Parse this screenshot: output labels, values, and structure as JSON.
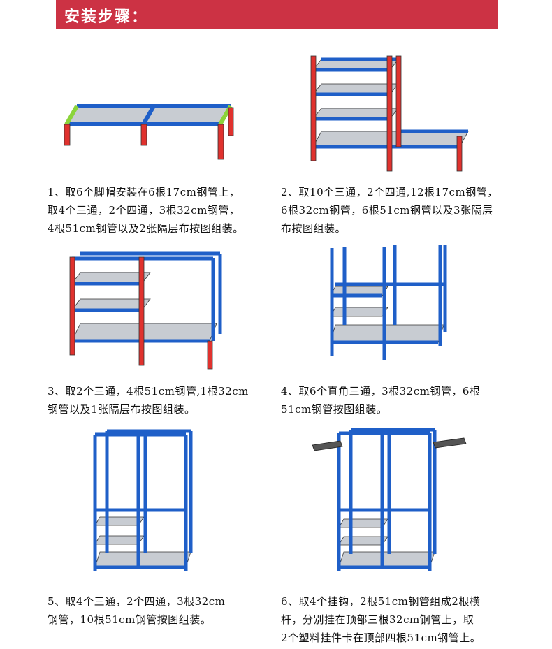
{
  "header": {
    "title": "安装步骤："
  },
  "colors": {
    "header_bg": "#cc3244",
    "pipe_blue": "#1f5fc8",
    "pipe_red": "#e0322e",
    "connector_green": "#8bd43a",
    "shelf_gray": "#c8ccd2"
  },
  "steps": [
    {
      "lines": [
        "1、取6个脚帽安装在6根17cm钢管上，",
        "取4个三通，2个四通，3根32cm钢管，",
        "4根51cm钢管以及2张隔层布按图组装。"
      ]
    },
    {
      "lines": [
        "2、取10个三通，2个四通,12根17cm钢管，",
        "6根32cm钢管，6根51cm钢管以及3张隔层",
        "布按图组装。"
      ]
    },
    {
      "lines": [
        "3、取2个三通，4根51cm钢管,1根32cm",
        "钢管以及1张隔层布按图组装。"
      ]
    },
    {
      "lines": [
        "4、取6个直角三通，3根32cm钢管，6根",
        "51cm钢管按图组装。"
      ]
    },
    {
      "lines": [
        "5、取4个三通，2个四通，3根32cm",
        "钢管，10根51cm钢管按图组装。"
      ]
    },
    {
      "lines": [
        "6、取4个挂钩，2根51cm钢管组成2根横",
        "杆，分别挂在顶部三根32cm钢管上，取",
        "2个塑料挂件卡在顶部四根51cm钢管上。"
      ]
    }
  ]
}
